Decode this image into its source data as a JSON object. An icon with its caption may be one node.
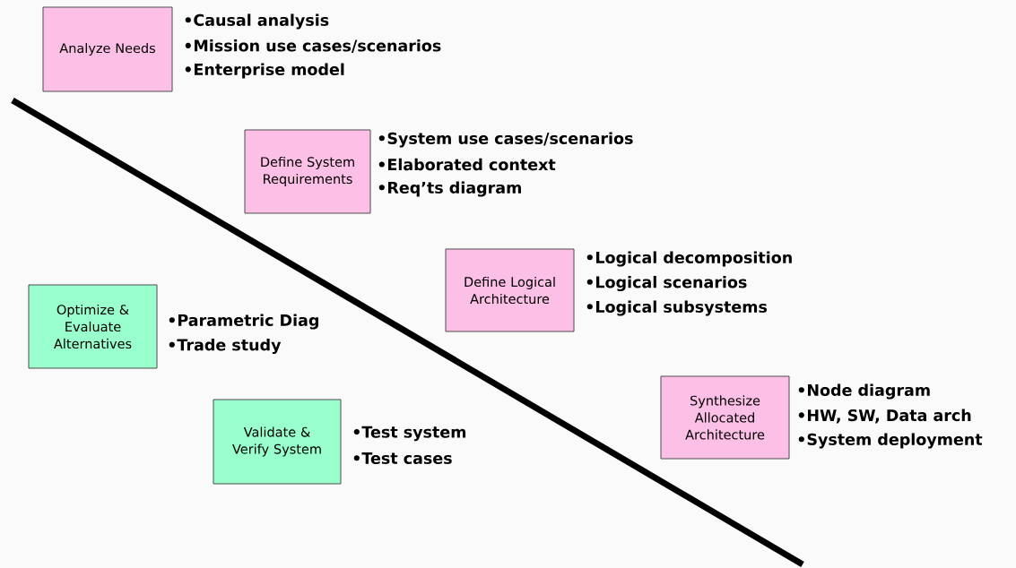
{
  "diagram": {
    "nodes": [
      {
        "text": [
          "Analyze Needs"
        ],
        "beside": [
          "•Causal analysis",
          "•Mission use cases/scenarios",
          "•Enterprise model"
        ]
      },
      {
        "text": [
          "Define System Requirements"
        ],
        "beside": [
          "•System use cases/scenarios",
          "•Elaborated context",
          "•Req’ts diagram"
        ]
      },
      {
        "text": [
          "Define Logical Architecture"
        ],
        "beside": [
          "•Logical decomposition",
          "•Logical scenarios",
          "•Logical subsystems"
        ]
      },
      {
        "text": [
          "Optimize & Evaluate Alternatives"
        ],
        "beside": [
          "•Parametric Diag",
          "•Trade study"
        ]
      },
      {
        "text": [
          "Validate & Verify System"
        ],
        "beside": [
          "•Test system",
          "•Test cases"
        ]
      },
      {
        "text": [
          "Synthesize Allocated Architecture"
        ],
        "beside": [
          "•Node diagram",
          "•HW, SW, Data arch",
          "•System deployment"
        ]
      }
    ]
  }
}
